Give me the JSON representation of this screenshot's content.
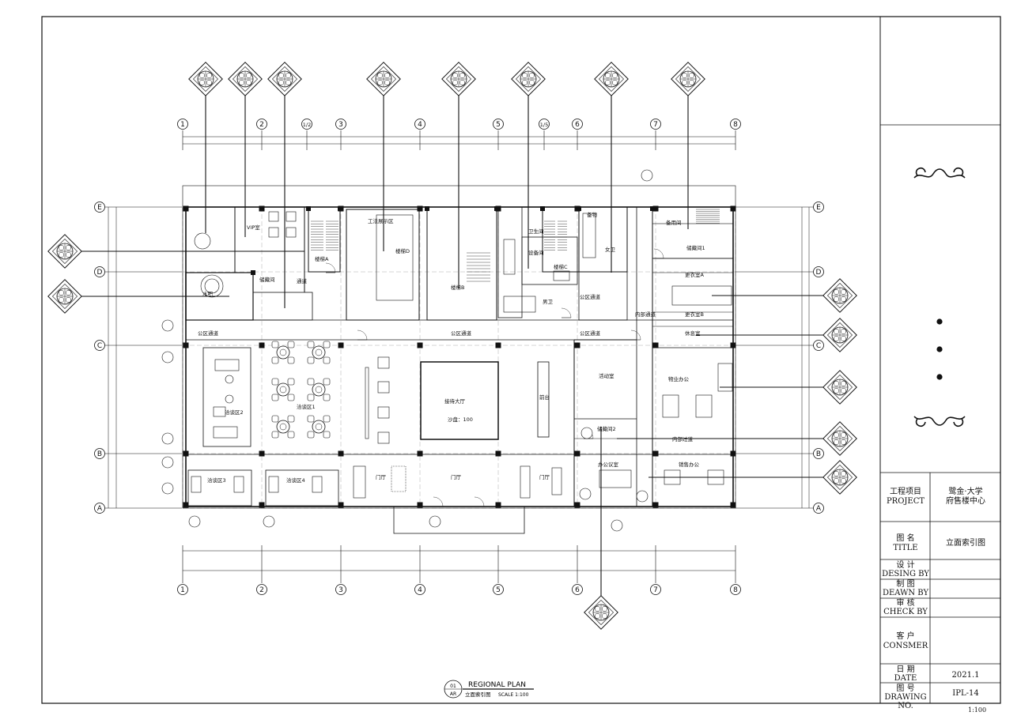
{
  "grid": {
    "x_top": [
      "1",
      "2",
      "1/2",
      "3",
      "4",
      "5",
      "1/5",
      "6",
      "7",
      "8"
    ],
    "x_bottom": [
      "1",
      "2",
      "3",
      "4",
      "5",
      "6",
      "7",
      "8"
    ],
    "y_left": [
      "E",
      "D",
      "C",
      "B",
      "A"
    ],
    "y_right": [
      "E",
      "D",
      "C",
      "B",
      "A"
    ]
  },
  "rooms": {
    "vip1": "VIP室",
    "gongfa": "工法展示区",
    "stair_a": "楼梯A",
    "stair_b": "楼梯B",
    "stair_c": "楼梯C",
    "stair_d": "楼梯D",
    "male_wc": "男卫",
    "female_wc": "女卫",
    "bath": "卫生间",
    "corridor_tongdao": "通道",
    "storage_a": "储藏间",
    "storage_1": "储藏间1",
    "storage_2": "储藏间2",
    "locker_a": "更衣室A",
    "locker_b": "更衣室B",
    "break_room": "休息室",
    "water_bar": "水吧",
    "public_corridor_1": "公区通道",
    "public_corridor_2": "公区通道",
    "public_corridor_3": "公区通道",
    "public_corridor_4": "公区通道",
    "inner_corridor_1": "内部通道",
    "inner_corridor_2": "内部过道",
    "hall": "接待大厅",
    "sand_table": "沙盘：100",
    "front_desk": "前台",
    "activity": "活动室",
    "property": "物业办公",
    "sales_office": "销售办公",
    "meeting": "办公议室",
    "nego_1": "洽谈区1",
    "nego_2": "洽谈区2",
    "nego_3": "洽谈区3",
    "nego_4": "洽谈区4",
    "display_1": "门厅",
    "display_2": "门厅",
    "display_3": "门厅",
    "spare_room": "备用间",
    "equip_room": "设备间",
    "equip": "备物"
  },
  "drawing_title": {
    "index_top": "01",
    "index_bottom": "AR",
    "title_en": "REGIONAL PLAN",
    "title_cn": "立面索引图",
    "scale": "SCALE 1:100"
  },
  "title_block": {
    "project_label_cn": "工程项目",
    "project_label_en": "PROJECT",
    "project_value": [
      "鹭金·大学",
      "府售楼中心"
    ],
    "title_label_cn": "图  名",
    "title_label_en": "TITLE",
    "title_value": "立面索引图",
    "design_cn": "设    计",
    "design_en": "DESING BY",
    "drawn_cn": "制    图",
    "drawn_en": "DEAWN  BY",
    "check_cn": "审    核",
    "check_en": "CHECK  BY",
    "client_cn": "客  户",
    "client_en": "CONSMER",
    "date_cn": "日  期",
    "date_en": "DATE",
    "date_value": "2021.1",
    "drawing_no_cn": "图  号",
    "drawing_no_en": "DRAWING NO.",
    "drawing_no_value": "IPL-14",
    "scale_footer": "1:100"
  }
}
